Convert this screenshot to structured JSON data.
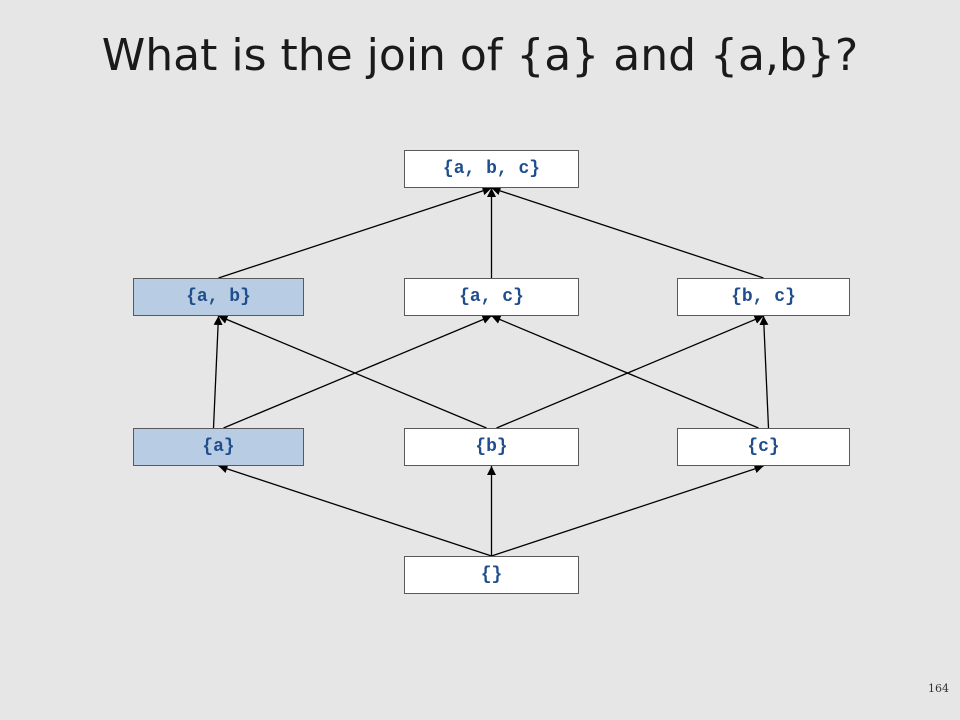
{
  "title": "What is the join of {a} and {a,b}?",
  "slide_number": "164",
  "colors": {
    "background": "#e6e6e6",
    "node_fill": "#ffffff",
    "node_highlight": "#b8cce4",
    "node_text": "#1f4e8c",
    "edge": "#000000"
  },
  "lattice": {
    "nodes": [
      {
        "id": "abc",
        "label": "{a, b, c}",
        "highlighted": false
      },
      {
        "id": "ab",
        "label": "{a, b}",
        "highlighted": true
      },
      {
        "id": "ac",
        "label": "{a, c}",
        "highlighted": false
      },
      {
        "id": "bc",
        "label": "{b, c}",
        "highlighted": false
      },
      {
        "id": "a",
        "label": "{a}",
        "highlighted": true
      },
      {
        "id": "b",
        "label": "{b}",
        "highlighted": false
      },
      {
        "id": "c",
        "label": "{c}",
        "highlighted": false
      },
      {
        "id": "empty",
        "label": "{}",
        "highlighted": false
      }
    ],
    "edges": [
      {
        "from": "empty",
        "to": "a"
      },
      {
        "from": "empty",
        "to": "b"
      },
      {
        "from": "empty",
        "to": "c"
      },
      {
        "from": "a",
        "to": "ab"
      },
      {
        "from": "a",
        "to": "ac"
      },
      {
        "from": "b",
        "to": "ab"
      },
      {
        "from": "b",
        "to": "bc"
      },
      {
        "from": "c",
        "to": "ac"
      },
      {
        "from": "c",
        "to": "bc"
      },
      {
        "from": "ab",
        "to": "abc"
      },
      {
        "from": "ac",
        "to": "abc"
      },
      {
        "from": "bc",
        "to": "abc"
      }
    ]
  }
}
